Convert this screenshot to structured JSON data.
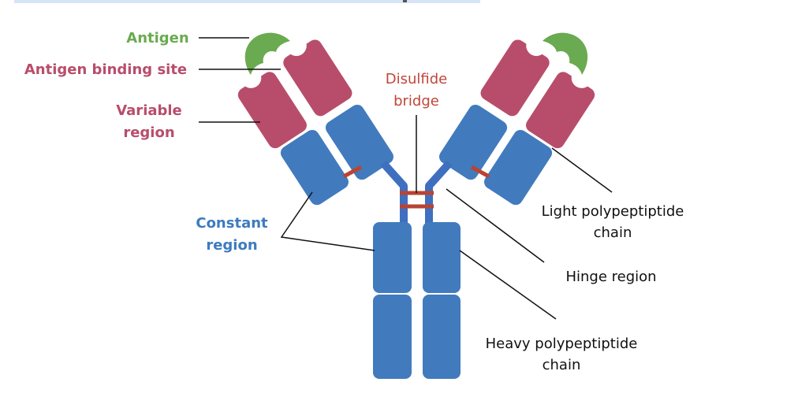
{
  "labels": {
    "antigen": "Antigen",
    "antigen_binding_site": "Antigen binding site",
    "variable_region": [
      "Variable",
      "region"
    ],
    "constant_region": [
      "Constant",
      "region"
    ],
    "disulfide_bridge": [
      "Disulfide",
      "bridge"
    ],
    "light_chain": [
      "Light polypeptiptide",
      "chain"
    ],
    "hinge_region": "Hinge region",
    "heavy_chain": [
      "Heavy polypeptiptide",
      "chain"
    ]
  },
  "colors": {
    "antigen": "#6aaa50",
    "variable": "#b84d6b",
    "constant": "#417bbd",
    "disulfide": "#b84434",
    "text_dark": "#111111"
  }
}
